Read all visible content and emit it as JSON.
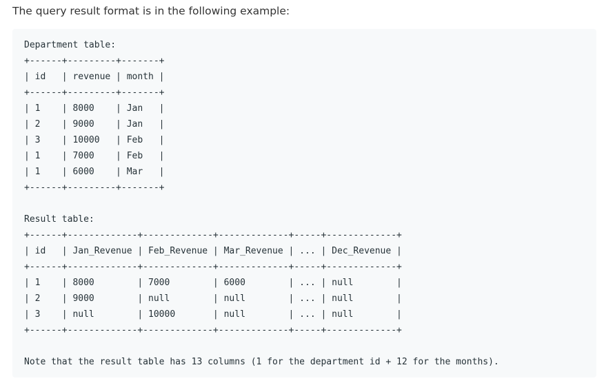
{
  "intro": "The query result format is in the following example:",
  "code": {
    "lines": [
      {
        "text": "Department table:"
      },
      {
        "text": "+------+---------+-------+"
      },
      {
        "text": "| id   | revenue | month |"
      },
      {
        "text": "+------+---------+-------+"
      },
      {
        "text": "| 1    | 8000    | Jan   |"
      },
      {
        "text": "| 2    | 9000    | Jan   |"
      },
      {
        "text": "| 3    | 10000   | Feb   |"
      },
      {
        "text": "| 1    | 7000    | Feb   |"
      },
      {
        "text": "| 1    | 6000    | Mar   |"
      },
      {
        "text": "+------+---------+-------+"
      },
      {
        "text": "Result table:"
      },
      {
        "text": "+------+-------------+-------------+-------------+-----+-------------+"
      },
      {
        "text": "| id   | Jan_Revenue | Feb_Revenue | Mar_Revenue | ... | Dec_Revenue |"
      },
      {
        "text": "+------+-------------+-------------+-------------+-----+-------------+"
      },
      {
        "text": "| 1    | 8000        | 7000        | 6000        | ... | null        |"
      },
      {
        "text": "| 2    | 9000        | null        | null        | ... | null        |"
      },
      {
        "text": "| 3    | null        | 10000       | null        | ... | null        |"
      },
      {
        "text": "+------+-------------+-------------+-------------+-----+-------------+"
      },
      {
        "text": "Note that the result table has 13 columns (1 for the department id + 12 for the months)."
      }
    ]
  }
}
